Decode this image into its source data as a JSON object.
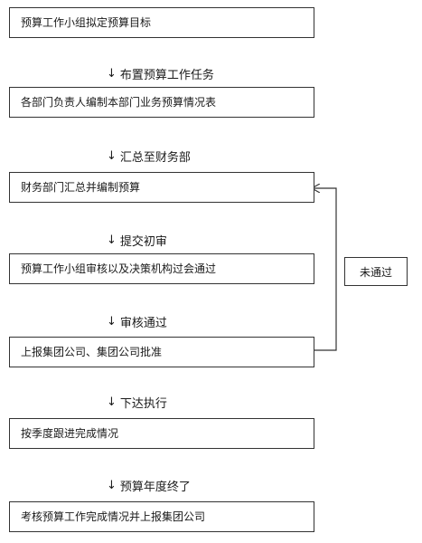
{
  "boxes": [
    "预算工作小组拟定预算目标",
    "各部门负责人编制本部门业务预算情况表",
    "财务部门汇总并编制预算",
    "预算工作小组审核以及决策机构过会通过",
    "上报集团公司、集团公司批准",
    "按季度跟进完成情况",
    "考核预算工作完成情况并上报集团公司"
  ],
  "steps": [
    "布置预算工作任务",
    "汇总至财务部",
    "提交初审",
    "审核通过",
    "下达执行",
    "预算年度终了"
  ],
  "arrow_glyph": "↓",
  "loop_label": "未通过"
}
